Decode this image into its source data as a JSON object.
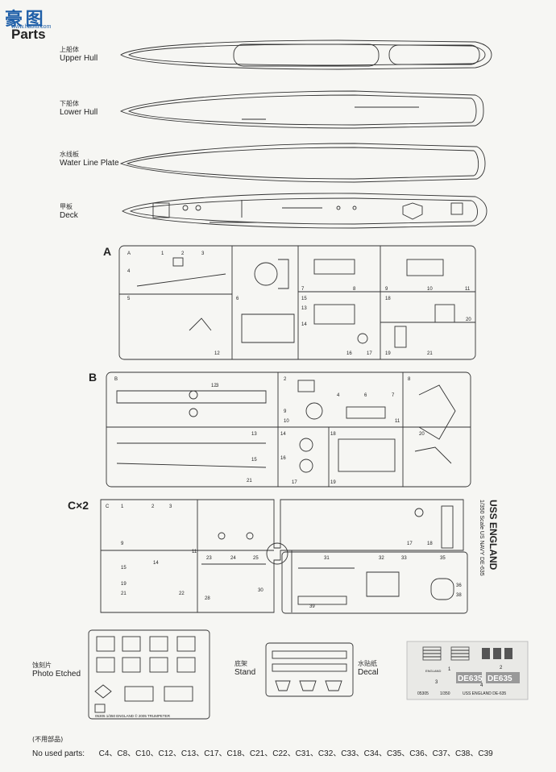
{
  "header": {
    "logo_cn": "豪 图",
    "logo_url": "www.haotu.com",
    "title": "Parts"
  },
  "hull_parts": [
    {
      "cn": "上船体",
      "en": "Upper Hull"
    },
    {
      "cn": "下船体",
      "en": "Lower Hull"
    },
    {
      "cn": "水线板",
      "en": "Water Line Plate"
    },
    {
      "cn": "甲板",
      "en": "Deck"
    }
  ],
  "sprues": {
    "a": {
      "letter": "A"
    },
    "b": {
      "letter": "B"
    },
    "c": {
      "letter": "C×2"
    }
  },
  "sprue_c_label": {
    "line1": "1/350 Scale US NAVY DE-635",
    "line2": "USS ENGLAND"
  },
  "bottom_parts": {
    "photo_etched": {
      "cn": "蚀刻片",
      "en": "Photo Etched",
      "caption": "05305    1/350  ENGLAND  © 2005 TRUMPETER"
    },
    "stand": {
      "cn": "底架",
      "en": "Stand"
    },
    "decal": {
      "cn": "水贴纸",
      "en": "Decal",
      "caption_left": "05305",
      "caption_mid": "1/350",
      "caption_right": "USS ENGLAND DE-635",
      "hull_no_1": "DE635",
      "hull_no_2": "DE635",
      "small_text": "ENGLAND"
    }
  },
  "footer": {
    "cn": "(不用部品)",
    "label": "No used parts:",
    "parts": "C4、C8、C10、C12、C13、C17、C18、C21、C22、C31、C32、C33、C34、C35、C36、C37、C38、C39"
  }
}
